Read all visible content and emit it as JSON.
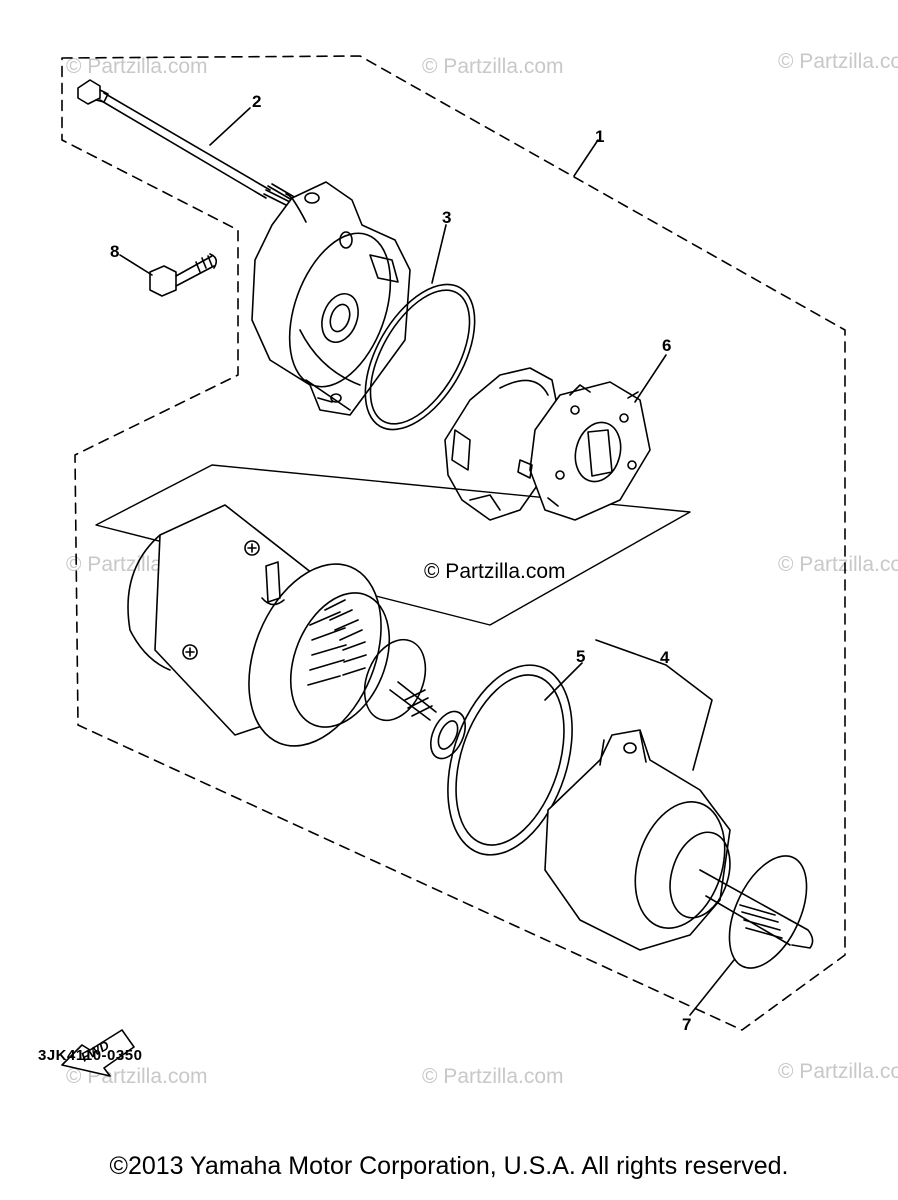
{
  "watermark": {
    "text": "© Partzilla.com",
    "center_text": "© Partzilla.com"
  },
  "callouts": {
    "c1": "1",
    "c2": "2",
    "c3": "3",
    "c4": "4",
    "c5": "5",
    "c6": "6",
    "c7": "7",
    "c8": "8"
  },
  "fwd_label": "FWD",
  "diagram_code": "3JK4110-0350",
  "copyright": "©2013 Yamaha Motor Corporation, U.S.A. All rights reserved.",
  "colors": {
    "line": "#000000",
    "watermark": "#c8c8c8",
    "background": "#ffffff"
  }
}
